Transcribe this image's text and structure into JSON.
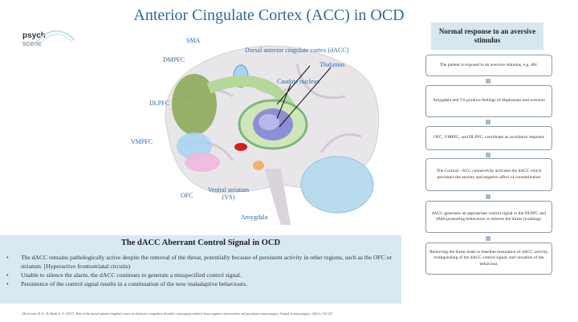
{
  "title": "Anterior Cingulate Cortex (ACC) in OCD",
  "logo": {
    "line1": "psych",
    "line2": "scene"
  },
  "brain_labels": {
    "sma": "SMA",
    "dacc": "Dorsal anterior cingulate cortex (dACC)",
    "thalamus": "Thalamus",
    "caudate": "Caudate nucleus",
    "dmpfc": "DMPFC",
    "dlpfc": "DLPFC",
    "vmpfc": "VMPFC",
    "ofc": "OFC",
    "vs": "Ventral striatum (VS)",
    "amygdala": "Amygdala"
  },
  "right_panel": {
    "header": "Normal response to an aversive stimulus",
    "steps": [
      "The patient is exposed to an aversive stimulus, e.g. dirt.",
      "Amygdala and VS produce feelings of displeasure and aversion",
      "OFC, VMPFC, and DLPFC, coordinate an avoidance response",
      "The Cortical - ACC connectivity activates the dACC which processes the anxiety and negative affect of contamination",
      "dACC generates an appropriate control signal to the DLPFC and SMA promoting behaviours to remove the threat (washing).",
      "Removing the threat leads to baseline restoration of dACC activity, extinguishing of the dACC control signal, and cessation of the behaviour."
    ]
  },
  "bottom_panel": {
    "title": "The dACC Aberrant Control Signal in OCD",
    "bullets": [
      "The dACC remains pathologically active despite the removal of the threat, potentially because of persistent activity in other regions, such as the OFC or striatum. [Hyperactive frontostriatal circuits)",
      "Unable to silence the alarm, the dACC continues to generate a misspecified control signal.",
      "Persistence of the control signal results in a continuation of the now maladaptive behaviours."
    ]
  },
  "citation": "McGovern, R. A., & Sheth, S. A. (2017). Role of the dorsal anterior cingulate cortex in obsessive-compulsive disorder: converging evidence from cognitive neuroscience and psychiatric neurosurgery. Journal of neurosurgery, 126(1), 132-147."
}
